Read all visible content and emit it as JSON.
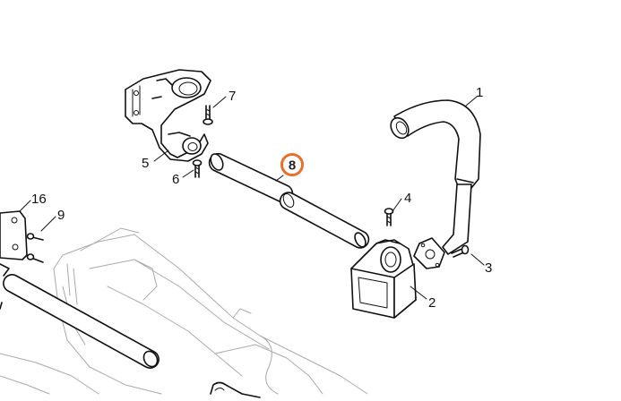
{
  "diagram": {
    "highlight_color": "#e8702a",
    "callouts": [
      {
        "id": "1",
        "label": "1",
        "part": "hose-elbow"
      },
      {
        "id": "2",
        "label": "2",
        "part": "mount-block"
      },
      {
        "id": "3",
        "label": "3",
        "part": "screw"
      },
      {
        "id": "4",
        "label": "4",
        "part": "screw"
      },
      {
        "id": "5",
        "label": "5",
        "part": "bracket"
      },
      {
        "id": "6",
        "label": "6",
        "part": "screw"
      },
      {
        "id": "7",
        "label": "7",
        "part": "screw"
      },
      {
        "id": "8",
        "label": "8",
        "part": "tube",
        "highlighted": true
      },
      {
        "id": "9",
        "label": "9",
        "part": "screw"
      },
      {
        "id": "16",
        "label": "16",
        "part": "plate"
      }
    ]
  }
}
